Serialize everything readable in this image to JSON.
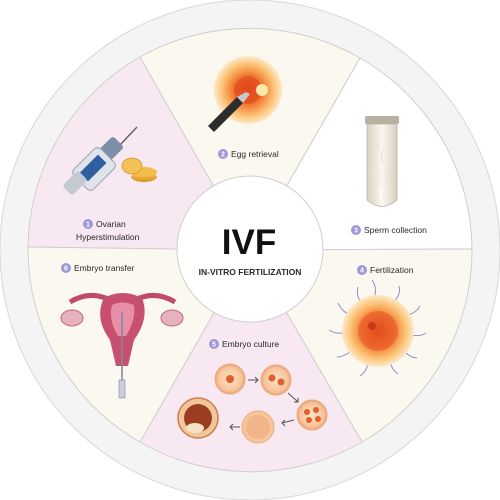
{
  "title": "IVF",
  "subtitle": "IN-VITRO FERTILIZATION",
  "steps": [
    {
      "num": "1",
      "label_line1": "Ovarian",
      "label_line2": "Hyperstimulation"
    },
    {
      "num": "2",
      "label": "Egg retrieval"
    },
    {
      "num": "3",
      "label": "Sperm collection"
    },
    {
      "num": "4",
      "label": "Fertilization"
    },
    {
      "num": "5",
      "label": "Embryo culture"
    },
    {
      "num": "6",
      "label": "Embryo transfer"
    }
  ],
  "stock_id": "1760880401",
  "colors": {
    "pink_sector": "#f7e8f1",
    "cream_sector": "#fbf8ef",
    "white_sector": "#ffffff",
    "badge": "#9f98d8",
    "divider": "#cfcfcf"
  }
}
